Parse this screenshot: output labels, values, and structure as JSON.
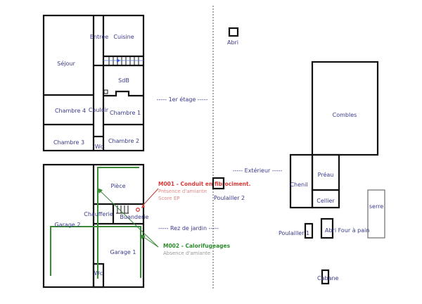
{
  "levels": {
    "first_floor": "----- 1er étage -----",
    "garden_level": "----- Rez de jardin -----",
    "exterior": "----- Extérieur -----"
  },
  "rooms_first_floor": {
    "sejour": "Séjour",
    "entree": "Entrée",
    "cuisine": "Cuisine",
    "sdb": "SdB",
    "couloir": "Couloir",
    "chambre1": "Chambre 1",
    "chambre2": "Chambre 2",
    "chambre3": "Chambre 3",
    "chambre4": "Chambre 4",
    "wc": "Wc"
  },
  "rooms_garden": {
    "piece": "Pièce",
    "chaufferie": "Chaufferie",
    "buanderie": "Buanderie",
    "garage1": "Garage 1",
    "garage2": "Garage 2",
    "wc": "Wc"
  },
  "exterior": {
    "abri": "Abri",
    "combles": "Combles",
    "chenil": "Chenil",
    "preau": "Préau",
    "cellier": "Cellier",
    "serre": "serre",
    "poulailler1": "Poulailler 1",
    "poulailler2": "Poulailler 2",
    "abri_four": "Abri Four à pain",
    "cabane": "Cabane"
  },
  "markers": {
    "m001": {
      "title": "M001 - Conduit en fibrociment.",
      "status": "Présence d'amiante",
      "score": "Score EP",
      "color": "#d83a3a"
    },
    "m002": {
      "title": "M002 - Calorifugeages",
      "status": "Absence d'amiante",
      "color": "#2e8b2e"
    }
  }
}
